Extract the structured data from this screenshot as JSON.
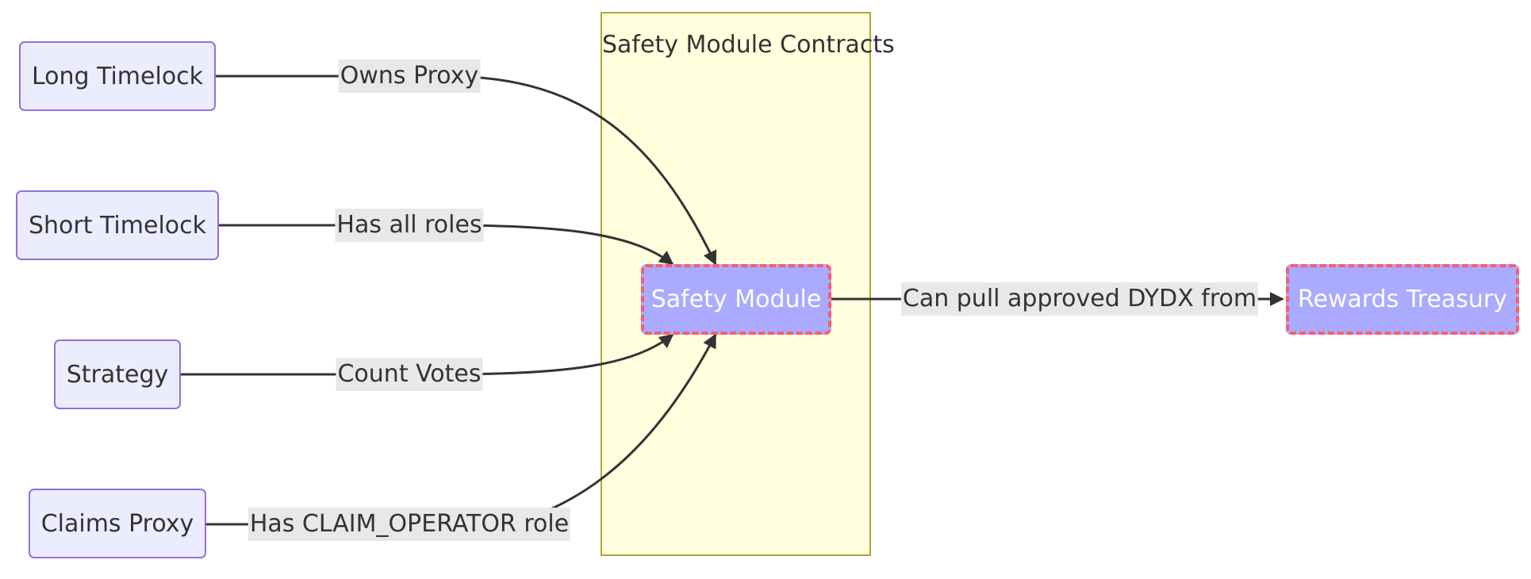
{
  "subgraph": {
    "title": "Safety Module Contracts"
  },
  "nodes": {
    "long_timelock": "Long Timelock",
    "short_timelock": "Short Timelock",
    "strategy": "Strategy",
    "claims_proxy": "Claims Proxy",
    "safety_module": "Safety Module",
    "rewards_treasury": "Rewards Treasury"
  },
  "edges": {
    "long_timelock_to_safety_module": "Owns Proxy",
    "short_timelock_to_safety_module": "Has all roles",
    "strategy_to_safety_module": "Count Votes",
    "claims_proxy_to_safety_module": "Has CLAIM_OPERATOR role",
    "safety_module_to_rewards_treasury": "Can pull approved DYDX from"
  },
  "colors": {
    "node_fill": "#ececff",
    "node_border": "#9370db",
    "highlight_fill": "#aaaaff",
    "highlight_border": "#ff5c6c",
    "subgraph_fill": "#ffffde",
    "subgraph_border": "#aaaa33",
    "edge": "#333333",
    "edge_label_bg": "#e8e8e8"
  }
}
